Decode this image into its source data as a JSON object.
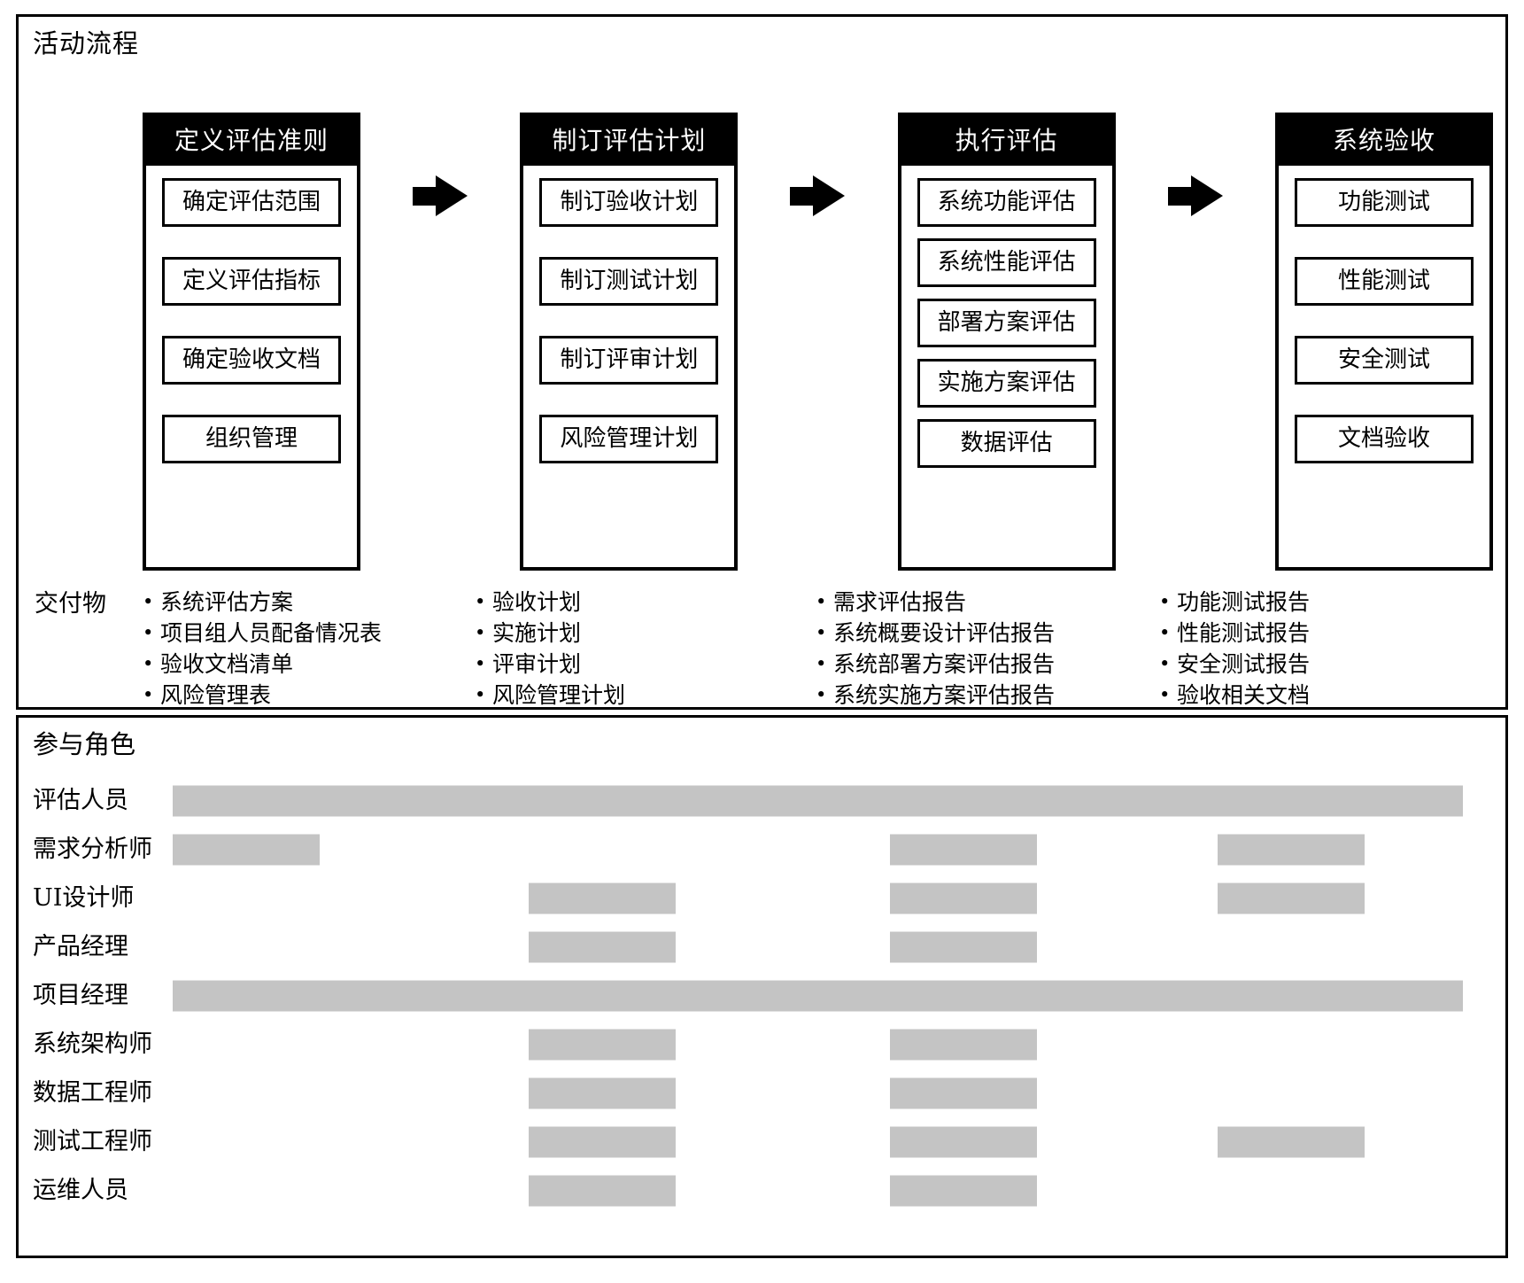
{
  "activity": {
    "title": "活动流程",
    "deliverables_label": "交付物",
    "phases": [
      {
        "name": "定义评估准则",
        "tasks": [
          "确定评估范围",
          "定义评估指标",
          "确定验收文档",
          "组织管理"
        ],
        "deliverables": [
          "系统评估方案",
          "项目组人员配备情况表",
          "验收文档清单",
          "风险管理表"
        ]
      },
      {
        "name": "制订评估计划",
        "tasks": [
          "制订验收计划",
          "制订测试计划",
          "制订评审计划",
          "风险管理计划"
        ],
        "deliverables": [
          "验收计划",
          "实施计划",
          "评审计划",
          "风险管理计划"
        ]
      },
      {
        "name": "执行评估",
        "tasks": [
          "系统功能评估",
          "系统性能评估",
          "部署方案评估",
          "实施方案评估",
          "数据评估"
        ],
        "deliverables": [
          "需求评估报告",
          "系统概要设计评估报告",
          "系统部署方案评估报告",
          "系统实施方案评估报告"
        ]
      },
      {
        "name": "系统验收",
        "tasks": [
          "功能测试",
          "性能测试",
          "安全测试",
          "文档验收"
        ],
        "deliverables": [
          "功能测试报告",
          "性能测试报告",
          "安全测试报告",
          "验收相关文档"
        ]
      }
    ],
    "arrow_icon": "arrow-right-icon"
  },
  "roles": {
    "title": "参与角色",
    "bar_color": "#c4c4c4",
    "rows": [
      {
        "name": "评估人员",
        "spans": [
          {
            "left": 0.4,
            "width": 96.4
          }
        ]
      },
      {
        "name": "需求分析师",
        "spans": [
          {
            "left": 0.4,
            "width": 11.0
          },
          {
            "left": 54.0,
            "width": 11.0
          },
          {
            "left": 78.5,
            "width": 11.0
          }
        ]
      },
      {
        "name": "UI设计师",
        "spans": [
          {
            "left": 27.0,
            "width": 11.0
          },
          {
            "left": 54.0,
            "width": 11.0
          },
          {
            "left": 78.5,
            "width": 11.0
          }
        ]
      },
      {
        "name": "产品经理",
        "spans": [
          {
            "left": 27.0,
            "width": 11.0
          },
          {
            "left": 54.0,
            "width": 11.0
          }
        ]
      },
      {
        "name": "项目经理",
        "spans": [
          {
            "left": 0.4,
            "width": 96.4
          }
        ]
      },
      {
        "name": "系统架构师",
        "spans": [
          {
            "left": 27.0,
            "width": 11.0
          },
          {
            "left": 54.0,
            "width": 11.0
          }
        ]
      },
      {
        "name": "数据工程师",
        "spans": [
          {
            "left": 27.0,
            "width": 11.0
          },
          {
            "left": 54.0,
            "width": 11.0
          }
        ]
      },
      {
        "name": "测试工程师",
        "spans": [
          {
            "left": 27.0,
            "width": 11.0
          },
          {
            "left": 54.0,
            "width": 11.0
          },
          {
            "left": 78.5,
            "width": 11.0
          }
        ]
      },
      {
        "name": "运维人员",
        "spans": [
          {
            "left": 27.0,
            "width": 11.0
          },
          {
            "left": 54.0,
            "width": 11.0
          }
        ]
      }
    ]
  }
}
